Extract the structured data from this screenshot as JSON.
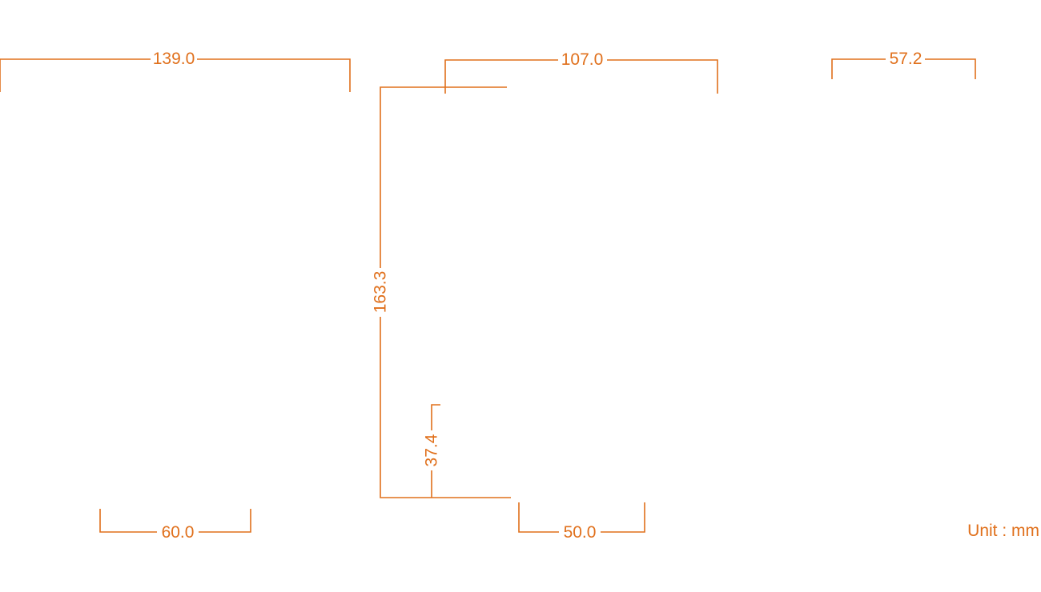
{
  "colors": {
    "dimension": "#e0701c"
  },
  "dimensions": {
    "top_width_a": "139.0",
    "top_width_b": "107.0",
    "top_width_c": "57.2",
    "height_total": "163.3",
    "height_small": "37.4",
    "bottom_width_a": "60.0",
    "bottom_width_b": "50.0"
  },
  "unit_label": "Unit : mm"
}
